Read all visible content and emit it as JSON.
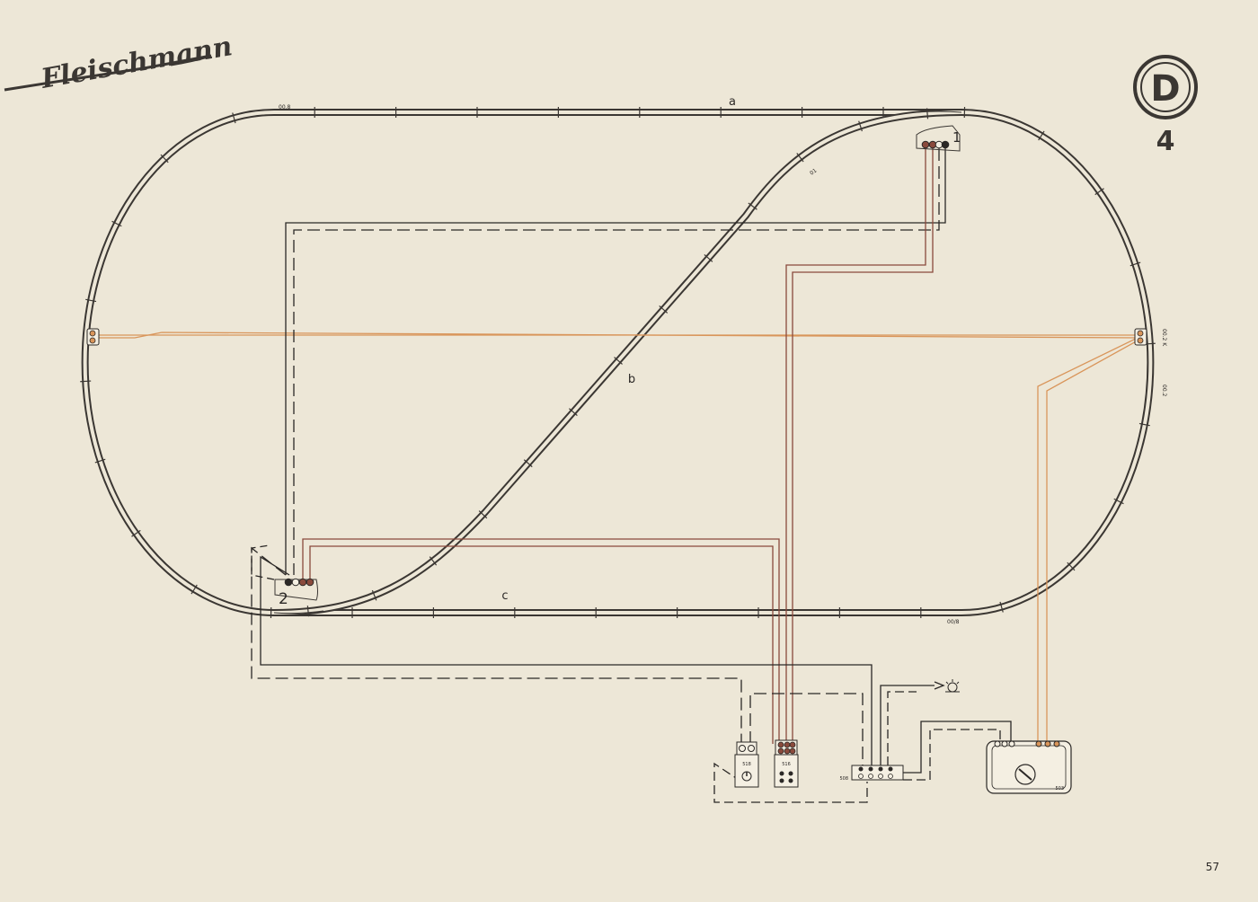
{
  "brand": {
    "logo_text": "Fleischmann"
  },
  "plan": {
    "badge_letter": "D",
    "plan_number": "4",
    "page_number": "57"
  },
  "track_labels": {
    "section_a": "a",
    "section_b": "b",
    "section_c": "c",
    "turnout_1": "1",
    "turnout_2": "2",
    "code_top_left": "00.8",
    "code_inner": "01",
    "code_right_upper": "00.2 K",
    "code_right_lower": "00.2",
    "code_bottom_right": "00/8"
  },
  "components": {
    "switch_box_1": "518",
    "switch_box_2": "516",
    "distributor": "508",
    "transformer": "503"
  },
  "colors": {
    "background": "#ede7d7",
    "track": "#3b3733",
    "wire_black": "#2b2826",
    "wire_brown": "#8a4a3c",
    "wire_orange": "#d9955a"
  },
  "icons": {
    "lamp": "lamp-icon",
    "transformer_knob": "knob-icon"
  }
}
